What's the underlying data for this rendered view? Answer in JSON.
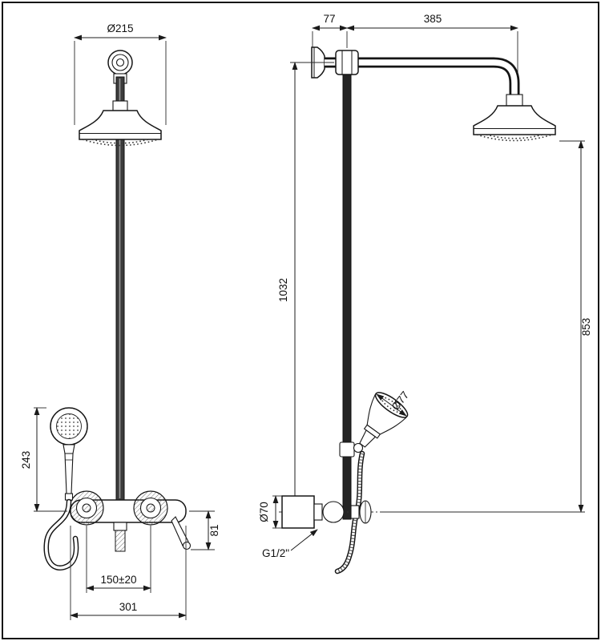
{
  "meta": {
    "background_color": "#ffffff",
    "line_color": "#1a1a1a",
    "drawing_type": "shower-column-dimensional-drawing"
  },
  "drawing": {
    "views": {
      "front": "front-view",
      "side": "side-view"
    },
    "dimensions": {
      "head_diameter": "Ø215",
      "wall_offset": "77",
      "arm_length": "385",
      "column_height": "1032",
      "head_to_outlet_height": "853",
      "handshower_height": "243",
      "handshower_face_diameter": "Ø77",
      "escutcheon_diameter": "Ø70",
      "connection_thread": "G1/2\"",
      "outlet_drop": "81",
      "valve_centers": "150±20",
      "body_width": "301"
    }
  }
}
